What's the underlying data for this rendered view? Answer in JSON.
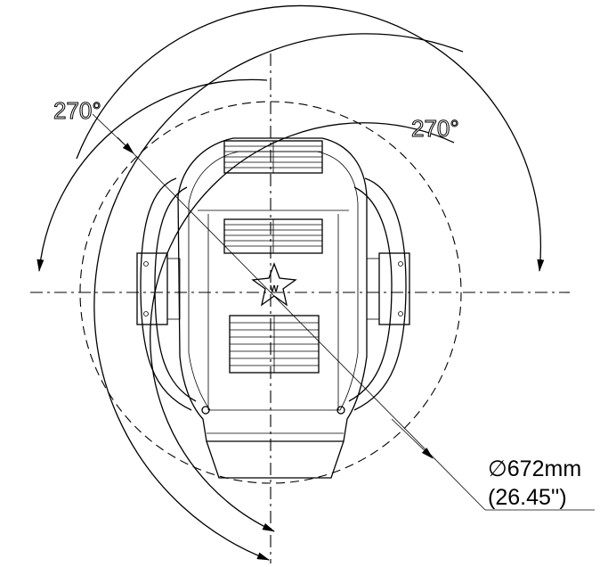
{
  "dimensions": {
    "rotation_left": "270°",
    "rotation_right": "270°",
    "diameter": "∅672mm",
    "diameter_inches": "(26.45'')"
  }
}
